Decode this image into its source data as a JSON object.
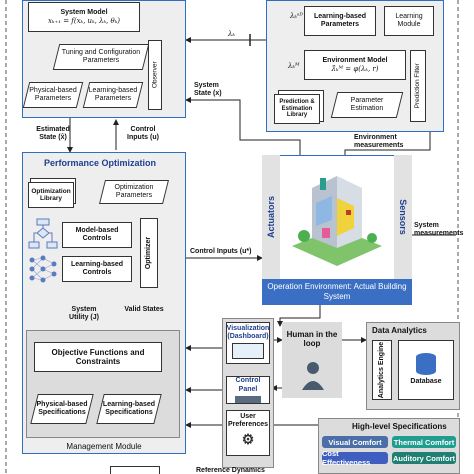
{
  "control": {
    "system_model_title": "System Model",
    "system_model_eq": "xₖ₊₁ = f(xₖ, uₖ, λₖ, θₖ)",
    "tuning": "Tuning and Configuration Parameters",
    "physical_params": "Physical-based Parameters",
    "learning_params": "Learning-based Parameters",
    "observer": "Observer"
  },
  "env": {
    "lambda_sd": "λₖˢᴰ",
    "learning_params": "Learning-based Parameters",
    "learning_module": "Learning Module",
    "lambda_m": "λₖᴹ",
    "model_title": "Environment Model",
    "model_eq": "λ̂ₖᴹ = φ(λₖ, r)",
    "prediction_filter": "Prediction Filter",
    "pred_library": "Prediction & Estimation Library",
    "param_estimation": "Parameter Estimation",
    "lambda_k": "λₖ"
  },
  "signals": {
    "system_state": "System State (x)",
    "estimated_state": "Estimated State (x̂)",
    "control_inputs_u": "Control Inputs (u)",
    "environment_measurements": "Environment measurements",
    "system_measurements": "System measurements",
    "control_inputs_star": "Control Inputs (u*)",
    "system_utility": "System Utility (J)",
    "valid_states": "Valid States"
  },
  "perf": {
    "title": "Performance Optimization",
    "opt_library": "Optimization Library",
    "opt_params": "Optimization Parameters",
    "model_based": "Model-based Controls",
    "learning_based": "Learning-based Controls",
    "optimizer": "Optimizer",
    "objective": "Objective Functions and Constraints",
    "physical_specs": "Physical-based Specifications",
    "learning_specs": "Learning-based Specifications",
    "module_title": "Management Module"
  },
  "building": {
    "actuators": "Actuators",
    "sensors": "Sensors",
    "caption": "Operation Environment: Actual Building System"
  },
  "hmi": {
    "visualization": "Visualization (Dashboard)",
    "human": "Human in the loop",
    "control_panel": "Control Panel",
    "user_preferences": "User Preferences",
    "data_analytics": "Data Analytics",
    "analytics_engine": "Analytics Engine",
    "database": "Database"
  },
  "specs": {
    "title": "High-level Specifications",
    "items": [
      "Visual Comfort",
      "Thermal Comfort",
      "Cost Effectiveness",
      "Auditory Comfort"
    ]
  },
  "bottom_partial": "Reference Dynamics",
  "colors": {
    "panel_border": "#2f6fbf",
    "caption_bg": "#3b6fc4",
    "visual": "#4a6ea8",
    "thermal": "#1f9e8f",
    "cost": "#3f5fc0",
    "auditory": "#1e7f72"
  }
}
